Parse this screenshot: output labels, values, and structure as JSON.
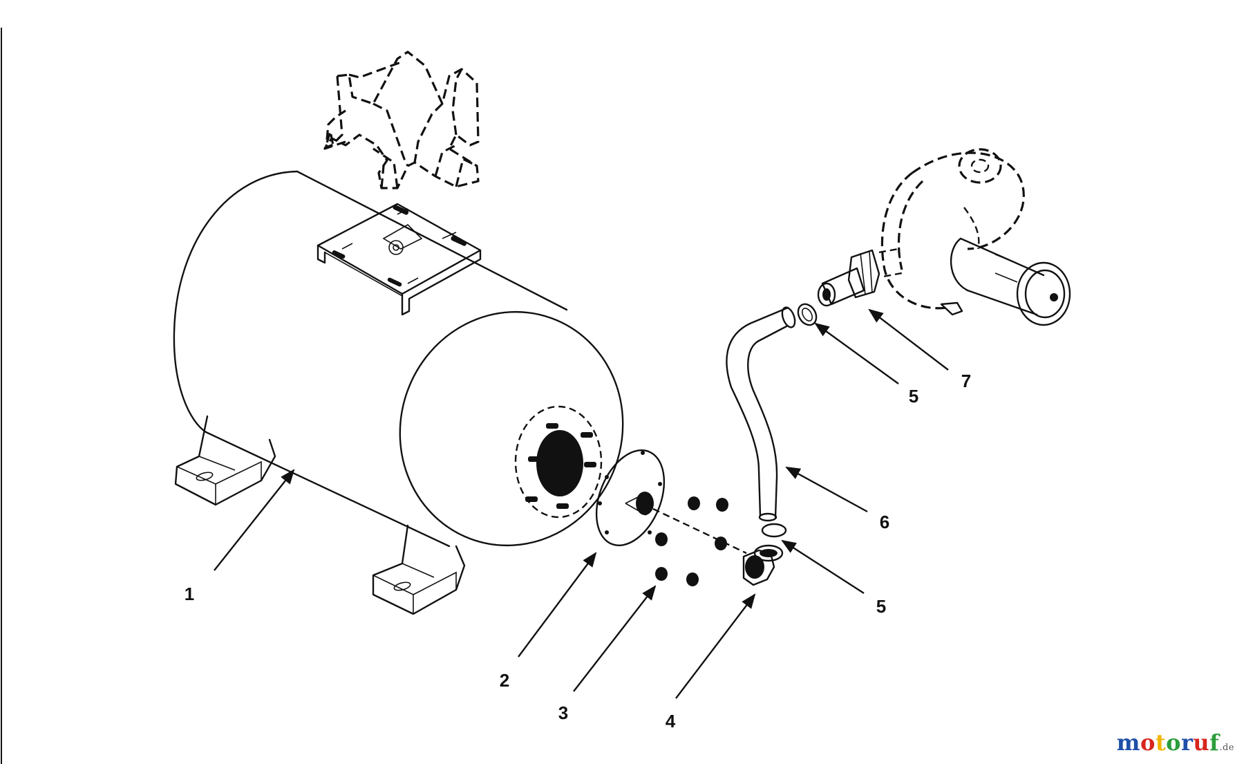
{
  "callouts": {
    "tank": "1",
    "gasket": "2",
    "nut": "3",
    "elbow": "4",
    "oring_upper": "5",
    "oring_lower": "5",
    "hose": "6",
    "fitting": "7"
  },
  "watermark": {
    "text": "motoruf",
    "tld": ".de",
    "letter_colors": [
      "#1f4fa8",
      "#d7261e",
      "#f2b400",
      "#2a9d3a",
      "#1f4fa8",
      "#d7261e",
      "#2a9d3a"
    ]
  }
}
